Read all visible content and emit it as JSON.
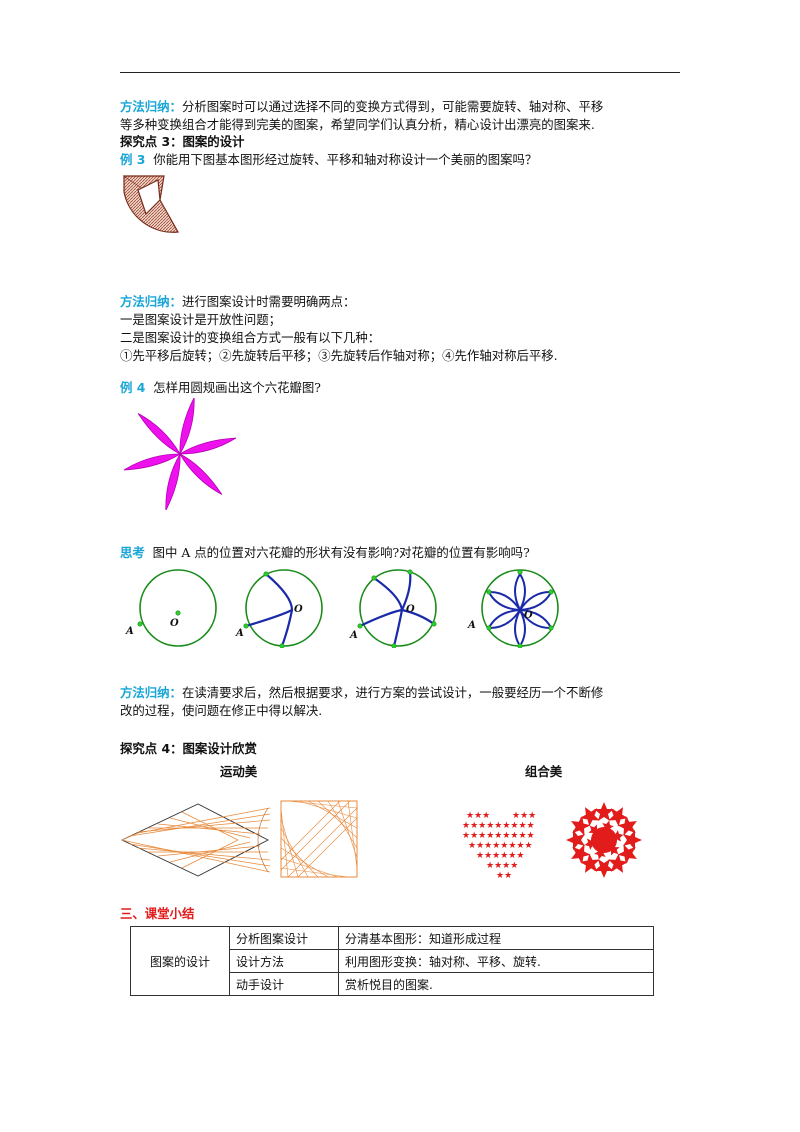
{
  "m1": {
    "label": "方法归纳：",
    "text1": "分析图案时可以通过选择不同的变换方式得到，可能需要旋转、轴对称、平移",
    "text2": "等多种变换组合才能得到完美的图案，希望同学们认真分析，精心设计出漂亮的图案来."
  },
  "s3": {
    "title": "探究点 3：图案的设计"
  },
  "ex3": {
    "label": "例 3",
    "text": "你能用下图基本图形经过旋转、平移和轴对称设计一个美丽的图案吗？"
  },
  "m2": {
    "label": "方法归纳：",
    "text": "进行图案设计时需要明确两点：",
    "line1": "一是图案设计是开放性问题；",
    "line2": "二是图案设计的变换组合方式一般有以下几种：",
    "line3": "①先平移后旋转；②先旋转后平移；③先旋转后作轴对称；④先作轴对称后平移."
  },
  "ex4": {
    "label": "例 4",
    "text": "怎样用圆规画出这个六花瓣图?"
  },
  "think": {
    "label": "思考",
    "text": "图中 A 点的位置对六花瓣的形状有没有影响?对花瓣的位置有影响吗?"
  },
  "labels": {
    "A": "A",
    "O": "O"
  },
  "m3": {
    "label": "方法归纳：",
    "text1": "在读清要求后，然后根据要求，进行方案的尝试设计，一般要经历一个不断修",
    "text2": "改的过程，使问题在修正中得以解决."
  },
  "s4": {
    "title": "探究点 4：图案设计欣赏",
    "cap_motion": "运动美",
    "cap_combo": "组合美"
  },
  "summary": {
    "heading": "三、课堂小结",
    "root": "图案的设计",
    "rows": [
      {
        "left": "分析图案设计",
        "right": "分清基本图形：知道形成过程"
      },
      {
        "left": "设计方法",
        "right": "利用图形变换：轴对称、平移、旋转."
      },
      {
        "left": "动手设计",
        "right": "赏析悦目的图案."
      }
    ]
  },
  "colors": {
    "accent": "#1aa6d6",
    "heading_red": "#e21b1b",
    "petal": "#ee11ee",
    "circle": "#1a8a1a",
    "arc": "#1a2aa8",
    "line_orange": "#e8893a"
  }
}
